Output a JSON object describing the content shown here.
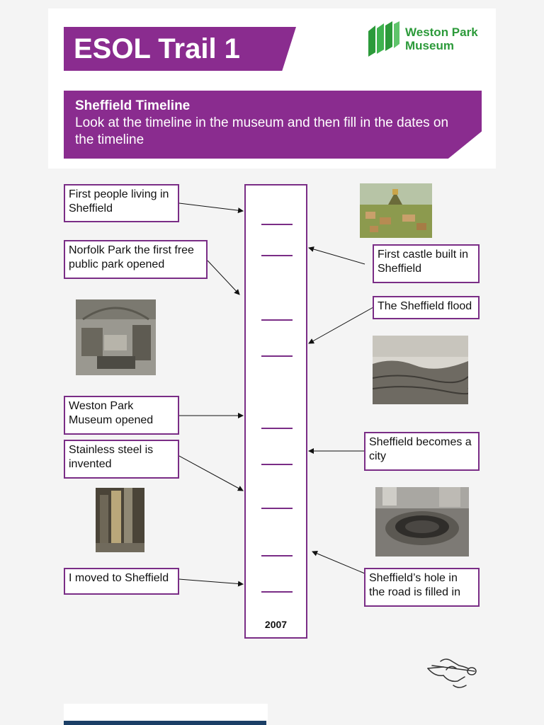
{
  "header": {
    "title": "ESOL Trail 1",
    "logo_line1": "Weston Park",
    "logo_line2": "Museum"
  },
  "instructions": {
    "heading": "Sheffield Timeline",
    "text": "Look at the timeline in the museum and then fill in the dates on the timeline"
  },
  "timeline": {
    "end_year": "2007"
  },
  "events_left": [
    "First people living in Sheffield",
    "Norfolk Park the first free public park opened",
    "Weston Park Museum opened",
    "Stainless steel is invented",
    "I moved to Sheffield"
  ],
  "events_right": [
    "First castle built in Sheffield",
    "The Sheffield flood",
    "Sheffield becomes a city",
    "Sheffield’s hole in the road is filled in"
  ],
  "colors": {
    "brand_purple": "#8a2c8f",
    "border_purple": "#7a2d86",
    "logo_green": "#2c9a3a"
  },
  "icons": [
    "museum-logo-icon",
    "hand-writing-icon"
  ]
}
